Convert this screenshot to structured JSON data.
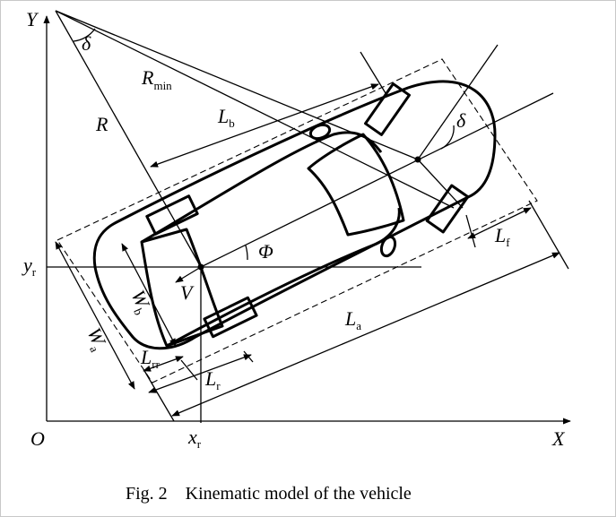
{
  "axes": {
    "x_label": "X",
    "y_label": "Y",
    "origin_label": "O"
  },
  "points": {
    "xr": {
      "base": "x",
      "sub": "r"
    },
    "yr": {
      "base": "y",
      "sub": "r"
    }
  },
  "angles": {
    "delta_top": "δ",
    "delta_right": "δ",
    "phi": "Φ"
  },
  "radii": {
    "R": "R",
    "Rmin_base": "R",
    "Rmin_sub": "min"
  },
  "velocity": "V",
  "dims": {
    "Lb": {
      "base": "L",
      "sub": "b"
    },
    "Lf": {
      "base": "L",
      "sub": "f"
    },
    "La": {
      "base": "L",
      "sub": "a"
    },
    "Lr": {
      "base": "L",
      "sub": "r"
    },
    "Lrr": {
      "base": "L",
      "sub": "rr"
    },
    "Wa": {
      "base": "W",
      "sub": "a"
    },
    "Wb": {
      "base": "W",
      "sub": "b"
    }
  },
  "caption": "Fig. 2    Kinematic model of the vehicle"
}
